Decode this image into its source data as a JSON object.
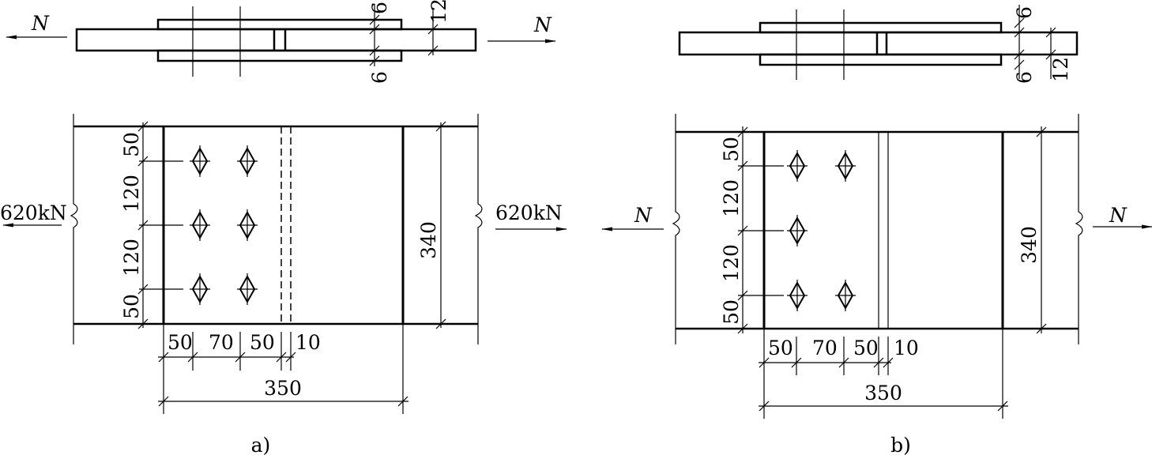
{
  "diagram_a": {
    "caption": "a)",
    "force_left": "620kN",
    "force_right": "620kN",
    "section_left_label": "N",
    "section_right_label": "N",
    "section_dims": {
      "cover_top": "6",
      "main_plate": "12",
      "cover_bottom": "6"
    },
    "vertical_dims": [
      "50",
      "120",
      "120",
      "50"
    ],
    "width_dim": "340",
    "horizontal_dims": [
      "50",
      "70",
      "50",
      "10"
    ],
    "total_length": "350",
    "bolt_columns": [
      2,
      2,
      2
    ]
  },
  "diagram_b": {
    "caption": "b)",
    "left_label": "N",
    "right_label": "N",
    "section_dims": {
      "cover_top": "6",
      "cover_bottom": "6",
      "main_plate": "12"
    },
    "vertical_dims": [
      "50",
      "120",
      "120",
      "50"
    ],
    "width_dim": "340",
    "horizontal_dims": [
      "50",
      "70",
      "50",
      "10"
    ],
    "total_length": "350",
    "bolt_columns": [
      2,
      1,
      2
    ]
  }
}
